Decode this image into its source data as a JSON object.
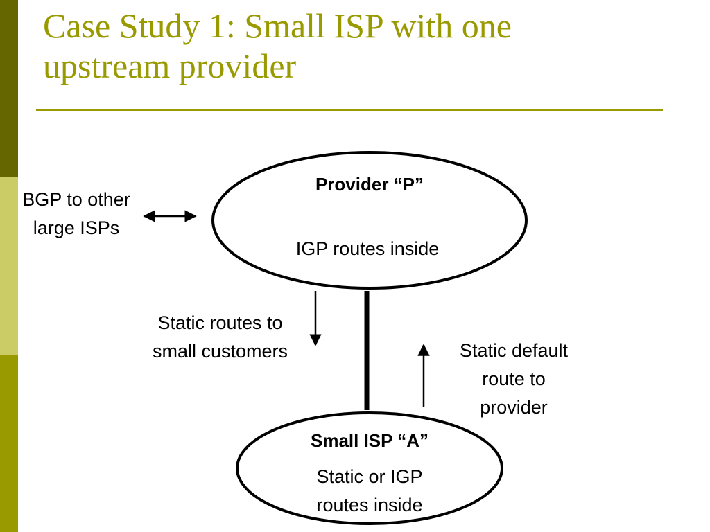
{
  "colors": {
    "sidebar_top": "#666600",
    "sidebar_mid": "#cccc66",
    "sidebar_bottom": "#999900",
    "title": "#999900",
    "rule": "#999900",
    "ink": "#000000"
  },
  "slide": {
    "title_line1": "Case Study 1: Small ISP with one",
    "title_line2": "upstream provider"
  },
  "diagram": {
    "provider": {
      "name": "Provider “P”",
      "inside": "IGP routes inside"
    },
    "small_isp": {
      "name": "Small ISP “A”",
      "inside_line1": "Static or IGP",
      "inside_line2": "routes inside"
    },
    "bgp_label_line1": "BGP to other",
    "bgp_label_line2": "large ISPs",
    "static_routes_line1": "Static routes to",
    "static_routes_line2": "small customers",
    "default_route_line1": "Static default",
    "default_route_line2": "route to",
    "default_route_line3": "provider"
  }
}
